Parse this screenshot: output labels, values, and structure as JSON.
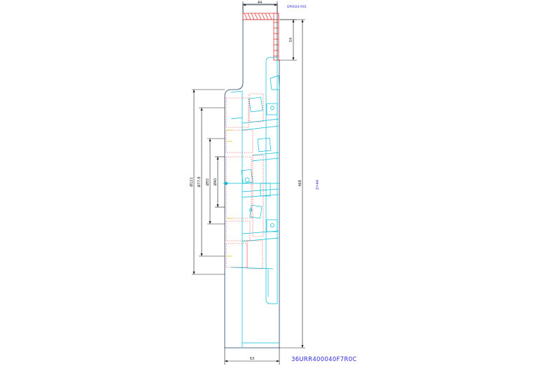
{
  "drawing": {
    "part_number": "36URR400040F7R0C",
    "ref_tag": "DP0024-R01",
    "length_label": "Z=44",
    "dimensions": {
      "top_width": "44",
      "top_height": "54",
      "bottom_width": "63",
      "overall_length": "468",
      "diameters": [
        "Ø121",
        "Ø77.8",
        "Ø55",
        "Ø40"
      ]
    },
    "colors": {
      "outline": "#1f3d5c",
      "inserts": "#00bcd4",
      "hidden": "#e53935",
      "dimension": "#1a1a1a",
      "annotation": "#2b2bd6",
      "accent": "#d4c400"
    }
  }
}
